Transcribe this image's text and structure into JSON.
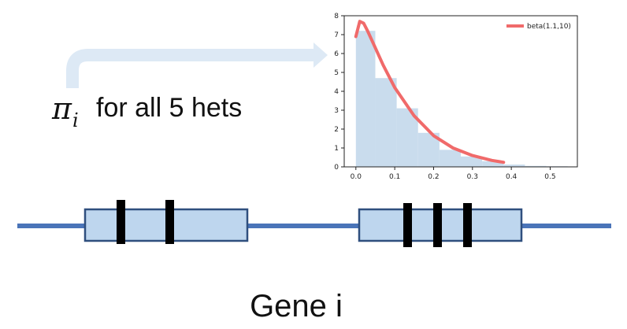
{
  "label": {
    "symbol": "π",
    "subscript": "i",
    "text": "for all 5 hets"
  },
  "gene_label": "Gene i",
  "colors": {
    "arrow": "#dde9f5",
    "line": "#4a74b8",
    "exon_fill": "#bed6ee",
    "exon_stroke": "#2f4f7e",
    "het": "#000000",
    "hist": "#c9dced",
    "curve": "#f06a6a"
  },
  "chart_data": {
    "type": "histogram",
    "legend": "beta(1.1,10)",
    "xlim": [
      -0.03,
      0.57
    ],
    "ylim": [
      0,
      8
    ],
    "x_ticks": [
      "0.0",
      "0.1",
      "0.2",
      "0.3",
      "0.4",
      "0.5"
    ],
    "y_ticks": [
      "0",
      "1",
      "2",
      "3",
      "4",
      "5",
      "6",
      "7",
      "8"
    ],
    "bins": [
      {
        "x0": 0.0,
        "x1": 0.05,
        "height": 7.2
      },
      {
        "x0": 0.05,
        "x1": 0.105,
        "height": 4.7
      },
      {
        "x0": 0.105,
        "x1": 0.16,
        "height": 3.1
      },
      {
        "x0": 0.16,
        "x1": 0.215,
        "height": 1.8
      },
      {
        "x0": 0.215,
        "x1": 0.27,
        "height": 0.9
      },
      {
        "x0": 0.27,
        "x1": 0.325,
        "height": 0.55
      },
      {
        "x0": 0.325,
        "x1": 0.38,
        "height": 0.3
      },
      {
        "x0": 0.38,
        "x1": 0.435,
        "height": 0.12
      },
      {
        "x0": 0.435,
        "x1": 0.49,
        "height": 0.05
      },
      {
        "x0": 0.49,
        "x1": 0.545,
        "height": 0.03
      }
    ],
    "curve": {
      "x": [
        0.0,
        0.01,
        0.02,
        0.03,
        0.05,
        0.07,
        0.1,
        0.15,
        0.2,
        0.25,
        0.3,
        0.35,
        0.38
      ],
      "y": [
        6.9,
        7.7,
        7.6,
        7.2,
        6.3,
        5.4,
        4.2,
        2.7,
        1.65,
        1.0,
        0.6,
        0.34,
        0.24
      ]
    }
  }
}
